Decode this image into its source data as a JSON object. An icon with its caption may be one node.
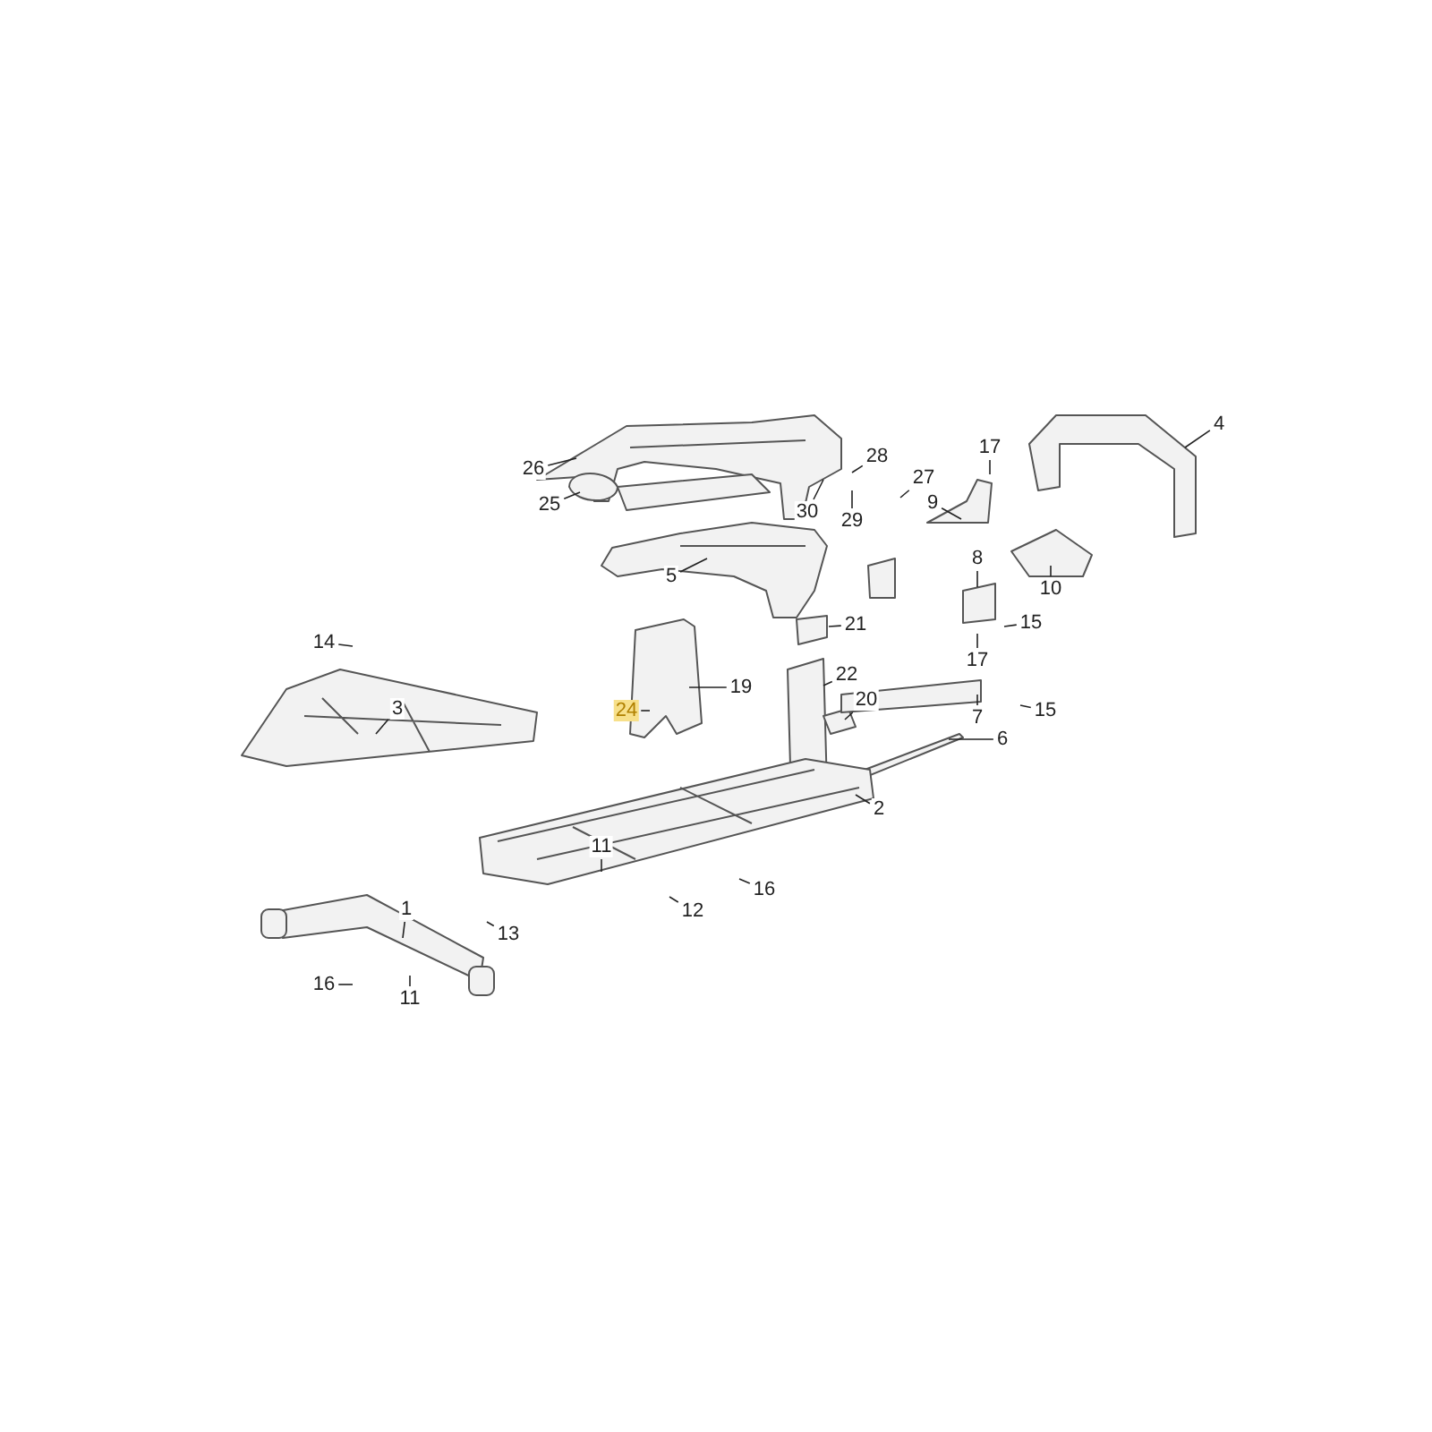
{
  "diagram": {
    "nodes": [
      {
        "text": [
          "4"
        ]
      },
      {
        "text": [
          "17"
        ]
      },
      {
        "text": [
          "28"
        ]
      },
      {
        "text": [
          "26"
        ]
      },
      {
        "text": [
          "27"
        ]
      },
      {
        "text": [
          "25"
        ]
      },
      {
        "text": [
          "9"
        ]
      },
      {
        "text": [
          "30"
        ]
      },
      {
        "text": [
          "29"
        ]
      },
      {
        "text": [
          "8"
        ]
      },
      {
        "text": [
          "5"
        ]
      },
      {
        "text": [
          "10"
        ]
      },
      {
        "text": [
          "15"
        ]
      },
      {
        "text": [
          "21"
        ]
      },
      {
        "text": [
          "14"
        ]
      },
      {
        "text": [
          "17"
        ]
      },
      {
        "text": [
          "22"
        ]
      },
      {
        "text": [
          "19"
        ]
      },
      {
        "text": [
          "20"
        ]
      },
      {
        "text": [
          "3"
        ]
      },
      {
        "text": [
          "24"
        ]
      },
      {
        "text": [
          "15"
        ]
      },
      {
        "text": [
          "7"
        ]
      },
      {
        "text": [
          "6"
        ]
      },
      {
        "text": [
          "2"
        ]
      },
      {
        "text": [
          "11"
        ]
      },
      {
        "text": [
          "16"
        ]
      },
      {
        "text": [
          "1"
        ]
      },
      {
        "text": [
          "12"
        ]
      },
      {
        "text": [
          "13"
        ]
      },
      {
        "text": [
          "16"
        ]
      },
      {
        "text": [
          "11"
        ]
      }
    ],
    "edges": [
      {
        "from": 0,
        "to": null,
        "arrow": "none"
      },
      {
        "from": 1,
        "to": null,
        "arrow": "none"
      },
      {
        "from": 2,
        "to": null,
        "arrow": "none"
      },
      {
        "from": 3,
        "to": null,
        "arrow": "none"
      },
      {
        "from": 4,
        "to": null,
        "arrow": "none"
      },
      {
        "from": 5,
        "to": null,
        "arrow": "none"
      },
      {
        "from": 6,
        "to": null,
        "arrow": "none"
      },
      {
        "from": 7,
        "to": null,
        "arrow": "none"
      },
      {
        "from": 8,
        "to": null,
        "arrow": "none"
      },
      {
        "from": 9,
        "to": null,
        "arrow": "none"
      },
      {
        "from": 10,
        "to": null,
        "arrow": "none"
      },
      {
        "from": 11,
        "to": null,
        "arrow": "none"
      },
      {
        "from": 12,
        "to": null,
        "arrow": "none"
      },
      {
        "from": 13,
        "to": null,
        "arrow": "none"
      },
      {
        "from": 14,
        "to": null,
        "arrow": "none"
      },
      {
        "from": 15,
        "to": null,
        "arrow": "none"
      },
      {
        "from": 16,
        "to": null,
        "arrow": "none"
      },
      {
        "from": 17,
        "to": null,
        "arrow": "none"
      },
      {
        "from": 18,
        "to": null,
        "arrow": "none"
      },
      {
        "from": 19,
        "to": null,
        "arrow": "none"
      },
      {
        "from": 20,
        "to": null,
        "arrow": "none"
      },
      {
        "from": 21,
        "to": null,
        "arrow": "none"
      },
      {
        "from": 22,
        "to": null,
        "arrow": "none"
      },
      {
        "from": 23,
        "to": null,
        "arrow": "none"
      },
      {
        "from": 24,
        "to": null,
        "arrow": "none"
      },
      {
        "from": 25,
        "to": null,
        "arrow": "none"
      },
      {
        "from": 26,
        "to": null,
        "arrow": "none"
      },
      {
        "from": 27,
        "to": null,
        "arrow": "none"
      },
      {
        "from": 28,
        "to": null,
        "arrow": "none"
      },
      {
        "from": 29,
        "to": null,
        "arrow": "none"
      },
      {
        "from": 30,
        "to": null,
        "arrow": "none"
      },
      {
        "from": 31,
        "to": null,
        "arrow": "none"
      }
    ]
  }
}
